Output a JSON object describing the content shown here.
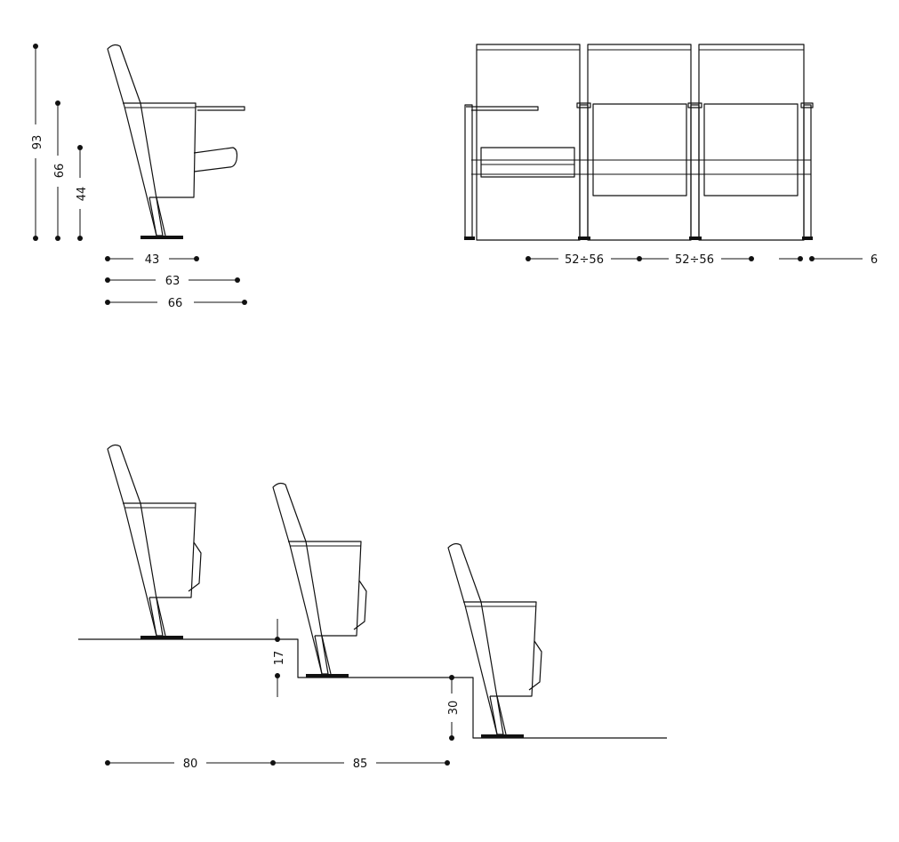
{
  "colors": {
    "ink": "#111111",
    "background": "#ffffff"
  },
  "side_view": {
    "heights": {
      "overall": "93",
      "armrest": "66",
      "seat": "44"
    },
    "depths": {
      "seat": "43",
      "closed": "63",
      "open_tablet": "66"
    }
  },
  "front_view": {
    "widths": {
      "seat_1": "52÷56",
      "seat_2": "52÷56",
      "armrest": "6"
    }
  },
  "tiered_view": {
    "riser_1": "17",
    "riser_2": "30",
    "row_pitch_1": "80",
    "row_pitch_2": "85"
  }
}
